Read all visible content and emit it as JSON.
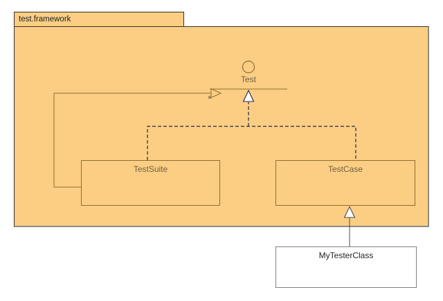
{
  "diagram": {
    "type": "uml-package-diagram",
    "package": {
      "name": "test.framework"
    },
    "interface": {
      "name": "Test",
      "notation": "lollipop"
    },
    "classes": [
      {
        "name": "TestSuite",
        "location": "inside-package"
      },
      {
        "name": "TestCase",
        "location": "inside-package"
      },
      {
        "name": "MyTesterClass",
        "location": "outside-package"
      }
    ],
    "relationships": [
      {
        "from": "TestSuite",
        "to": "Test",
        "kind": "association-open-arrow",
        "multiplicity": "*"
      },
      {
        "from": "TestSuite",
        "to": "Test",
        "kind": "realization-dashed"
      },
      {
        "from": "TestCase",
        "to": "Test",
        "kind": "realization-dashed"
      },
      {
        "from": "MyTesterClass",
        "to": "TestCase",
        "kind": "generalization"
      }
    ],
    "association": {
      "multiplicity": "*"
    }
  },
  "colors": {
    "page-bg": "#ffffff",
    "package-fill": "#fbce84",
    "outline-dark": "#33302a",
    "shadow-gray": "#8b8b80",
    "border-brown": "#8d6e2f",
    "border-gray": "#7f7f7f",
    "line-brown": "#8d6e2f",
    "dash-dark": "#252547",
    "gen-line": "#4d4d4d",
    "text-brown": "#6f5f42",
    "text-dark": "#1f1f1f"
  }
}
